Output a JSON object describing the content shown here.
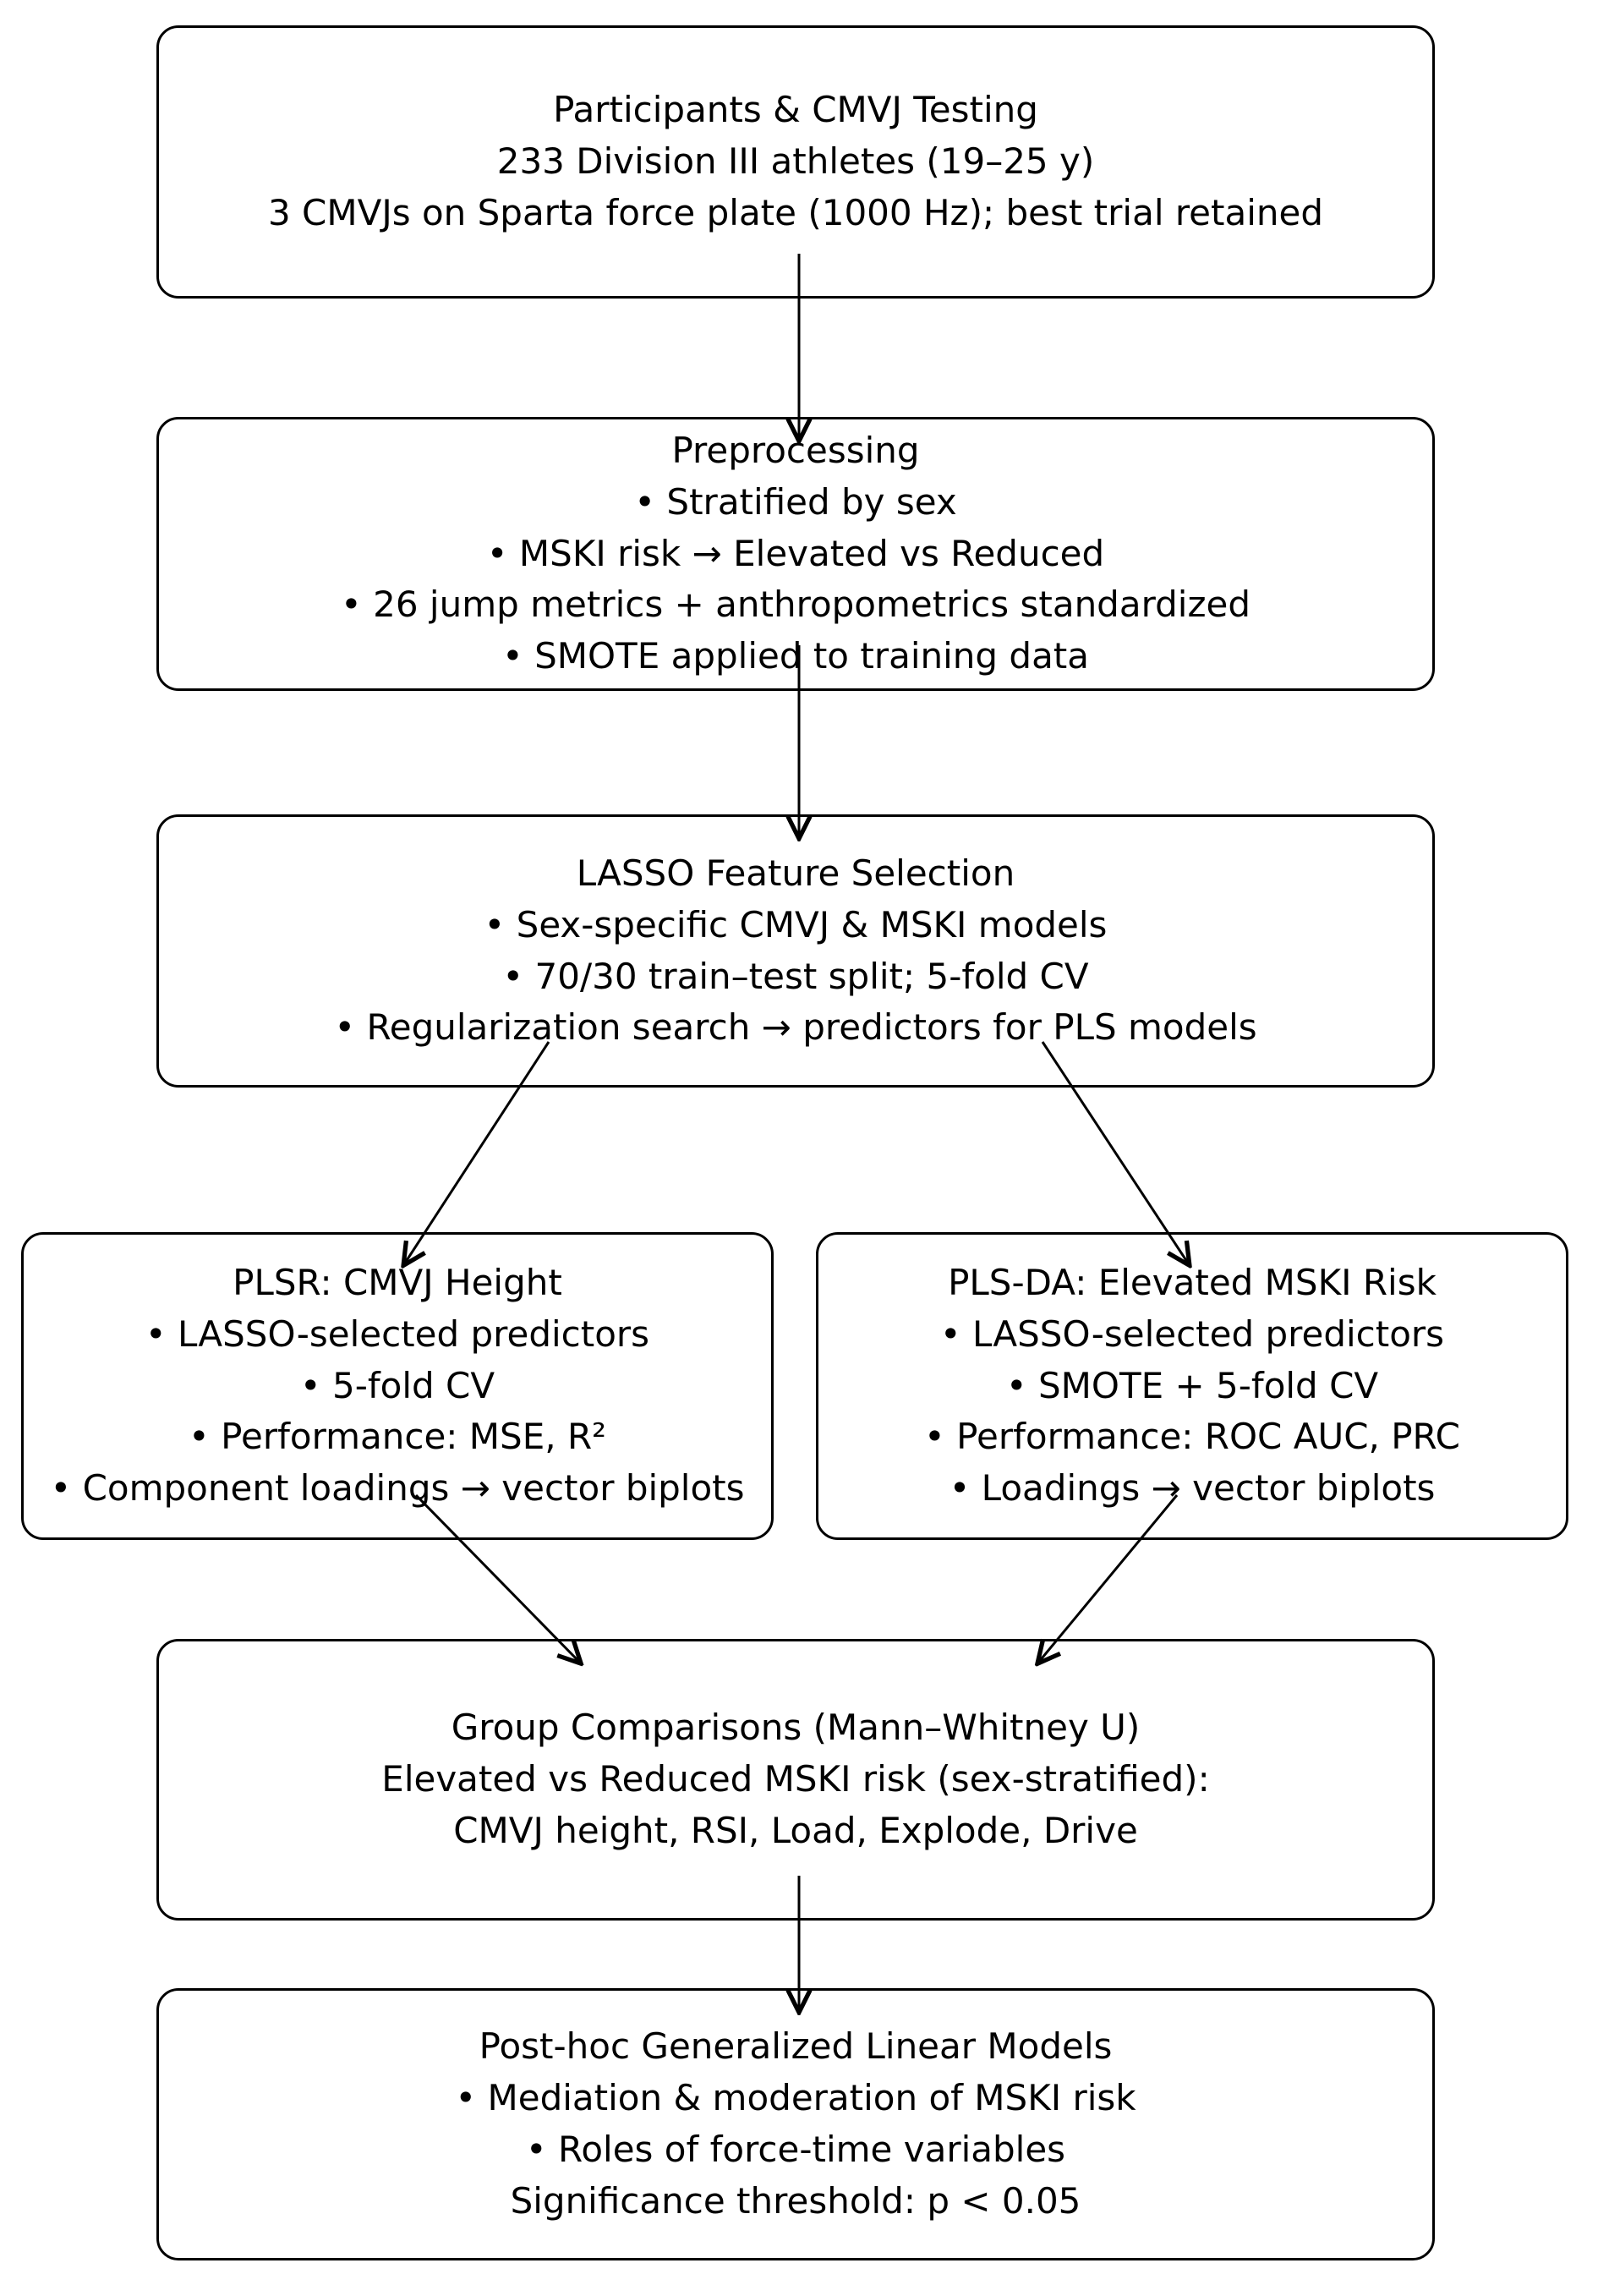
{
  "diagram": {
    "type": "flowchart",
    "colors": {
      "background": "#ffffff",
      "box_fill": "#ffffff",
      "box_border": "#000000",
      "text": "#000000",
      "arrow": "#000000"
    },
    "boxes": [
      {
        "id": "participants",
        "lines": [
          "Participants & CMVJ Testing",
          "233 Division III athletes (19–25 y)",
          "3 CMVJs on Sparta force plate (1000 Hz); best trial retained"
        ]
      },
      {
        "id": "preprocessing",
        "lines": [
          "Preprocessing",
          "• Stratified by sex",
          "• MSKI risk → Elevated vs Reduced",
          "• 26 jump metrics + anthropometrics standardized",
          "• SMOTE applied to training data"
        ]
      },
      {
        "id": "lasso-feature-selection",
        "lines": [
          "LASSO Feature Selection",
          "• Sex-specific CMVJ & MSKI models",
          "• 70/30 train–test split; 5-fold CV",
          "• Regularization search → predictors for PLS models"
        ]
      },
      {
        "id": "plsr",
        "lines": [
          "PLSR: CMVJ Height",
          "• LASSO-selected predictors",
          "• 5-fold CV",
          "• Performance: MSE, R²",
          "• Component loadings → vector biplots"
        ]
      },
      {
        "id": "plsda",
        "lines": [
          "PLS-DA: Elevated MSKI Risk",
          "• LASSO-selected predictors",
          "• SMOTE + 5-fold CV",
          "• Performance: ROC AUC, PRC",
          "• Loadings → vector biplots"
        ]
      },
      {
        "id": "group-comparisons",
        "lines": [
          "Group Comparisons (Mann–Whitney U)",
          "Elevated vs Reduced MSKI risk (sex-stratified):",
          "CMVJ height, RSI, Load, Explode, Drive"
        ]
      },
      {
        "id": "posthoc-glm",
        "lines": [
          "Post-hoc Generalized Linear Models",
          "• Mediation & moderation of MSKI risk",
          "• Roles of force-time variables",
          "Significance threshold: p < 0.05"
        ]
      }
    ],
    "connections": [
      {
        "from": "participants",
        "to": "preprocessing"
      },
      {
        "from": "preprocessing",
        "to": "lasso-feature-selection"
      },
      {
        "from": "lasso-feature-selection",
        "to": "plsr"
      },
      {
        "from": "lasso-feature-selection",
        "to": "plsda"
      },
      {
        "from": "plsr",
        "to": "group-comparisons"
      },
      {
        "from": "plsda",
        "to": "group-comparisons"
      },
      {
        "from": "group-comparisons",
        "to": "posthoc-glm"
      }
    ]
  }
}
